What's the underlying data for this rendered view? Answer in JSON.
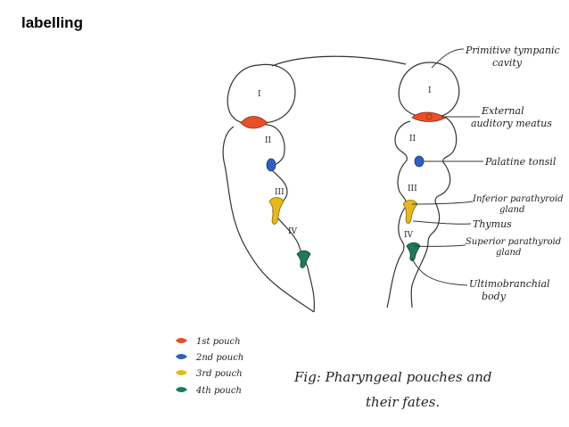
{
  "title": "labelling",
  "arch_numerals": [
    "I",
    "II",
    "III",
    "IV"
  ],
  "labels": {
    "tympanic": [
      "Primitive tympanic",
      "cavity"
    ],
    "external": [
      "External",
      "auditory meatus"
    ],
    "palatine": [
      "Palatine tonsil"
    ],
    "inf_parathyroid": [
      "Inferior parathyroid",
      "gland"
    ],
    "thymus": [
      "Thymus"
    ],
    "sup_parathyroid": [
      "Superior parathyroid",
      "gland"
    ],
    "ultimo": [
      "Ultimobranchial",
      "body"
    ]
  },
  "legend": [
    {
      "label": "1st pouch",
      "color": "#e8502a"
    },
    {
      "label": "2nd pouch",
      "color": "#2f5fbf"
    },
    {
      "label": "3rd pouch",
      "color": "#e6b81f"
    },
    {
      "label": "4th pouch",
      "color": "#1f7a5c"
    }
  ],
  "caption": [
    "Fig: Pharyngeal pouches and",
    "their fates."
  ]
}
